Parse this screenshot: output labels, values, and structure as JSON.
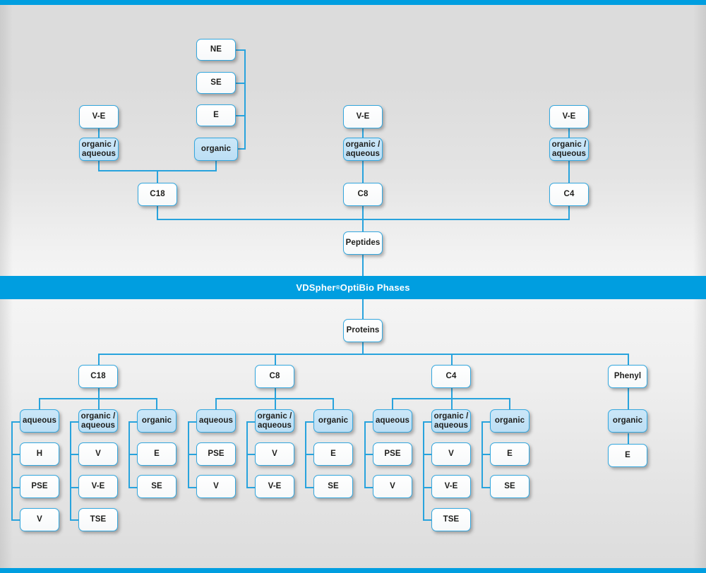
{
  "banner": {
    "text_before": "VDSpher",
    "superscript": "®",
    "text_after": " OptiBio Phases",
    "color": "#009ee0"
  },
  "theme": {
    "accent": "#009ee0",
    "line": "#28a3dd",
    "node_border": "#34a7de",
    "node_fill": "#fdfdfd",
    "node_fill_highlight": "#c4e3f6",
    "text": "#1d1d1b",
    "background_top": "#dcdcdc",
    "background_mid": "#f4f4f4"
  },
  "peptides": {
    "root_label": "Peptides",
    "branches": [
      {
        "phase": "C18",
        "groups": [
          {
            "label": "organic /\naqueous",
            "highlight": true,
            "children": [
              "V-E"
            ]
          },
          {
            "label": "organic",
            "highlight": true,
            "children": [
              "NE",
              "SE",
              "E"
            ]
          }
        ]
      },
      {
        "phase": "C8",
        "groups": [
          {
            "label": "organic /\naqueous",
            "highlight": true,
            "children": [
              "V-E"
            ]
          }
        ]
      },
      {
        "phase": "C4",
        "groups": [
          {
            "label": "organic /\naqueous",
            "highlight": true,
            "children": [
              "V-E"
            ]
          }
        ]
      }
    ]
  },
  "proteins": {
    "root_label": "Proteins",
    "branches": [
      {
        "phase": "C18",
        "groups": [
          {
            "label": "aqueous",
            "highlight": true,
            "children": [
              "H",
              "PSE",
              "V"
            ]
          },
          {
            "label": "organic /\naqueous",
            "highlight": true,
            "children": [
              "V",
              "V-E",
              "TSE"
            ]
          },
          {
            "label": "organic",
            "highlight": true,
            "children": [
              "E",
              "SE"
            ]
          }
        ]
      },
      {
        "phase": "C8",
        "groups": [
          {
            "label": "aqueous",
            "highlight": true,
            "children": [
              "PSE",
              "V"
            ]
          },
          {
            "label": "organic /\naqueous",
            "highlight": true,
            "children": [
              "V",
              "V-E"
            ]
          },
          {
            "label": "organic",
            "highlight": true,
            "children": [
              "E",
              "SE"
            ]
          }
        ]
      },
      {
        "phase": "C4",
        "groups": [
          {
            "label": "aqueous",
            "highlight": true,
            "children": [
              "PSE",
              "V"
            ]
          },
          {
            "label": "organic /\naqueous",
            "highlight": true,
            "children": [
              "V",
              "V-E",
              "TSE"
            ]
          },
          {
            "label": "organic",
            "highlight": true,
            "children": [
              "E",
              "SE"
            ]
          }
        ]
      },
      {
        "phase": "Phenyl",
        "groups": [
          {
            "label": "organic",
            "highlight": true,
            "children": [
              "E"
            ]
          }
        ]
      }
    ]
  },
  "nodes": {
    "top_c18_ve": "V-E",
    "top_c18_oa": "organic /\naqueous",
    "top_c18_ne": "NE",
    "top_c18_se": "SE",
    "top_c18_e": "E",
    "top_c18_organic": "organic",
    "top_c18": "C18",
    "top_c8_ve": "V-E",
    "top_c8_oa": "organic /\naqueous",
    "top_c8": "C8",
    "top_c4_ve": "V-E",
    "top_c4_oa": "organic /\naqueous",
    "top_c4": "C4",
    "peptides": "Peptides",
    "proteins": "Proteins",
    "b_c18": "C18",
    "b_c18_aq": "aqueous",
    "b_c18_aq_1": "H",
    "b_c18_aq_2": "PSE",
    "b_c18_aq_3": "V",
    "b_c18_oa": "organic /\naqueous",
    "b_c18_oa_1": "V",
    "b_c18_oa_2": "V-E",
    "b_c18_oa_3": "TSE",
    "b_c18_or": "organic",
    "b_c18_or_1": "E",
    "b_c18_or_2": "SE",
    "b_c8": "C8",
    "b_c8_aq": "aqueous",
    "b_c8_aq_1": "PSE",
    "b_c8_aq_2": "V",
    "b_c8_oa": "organic /\naqueous",
    "b_c8_oa_1": "V",
    "b_c8_oa_2": "V-E",
    "b_c8_or": "organic",
    "b_c8_or_1": "E",
    "b_c8_or_2": "SE",
    "b_c4": "C4",
    "b_c4_aq": "aqueous",
    "b_c4_aq_1": "PSE",
    "b_c4_aq_2": "V",
    "b_c4_oa": "organic /\naqueous",
    "b_c4_oa_1": "V",
    "b_c4_oa_2": "V-E",
    "b_c4_oa_3": "TSE",
    "b_c4_or": "organic",
    "b_c4_or_1": "E",
    "b_c4_or_2": "SE",
    "b_ph": "Phenyl",
    "b_ph_or": "organic",
    "b_ph_or_1": "E"
  }
}
